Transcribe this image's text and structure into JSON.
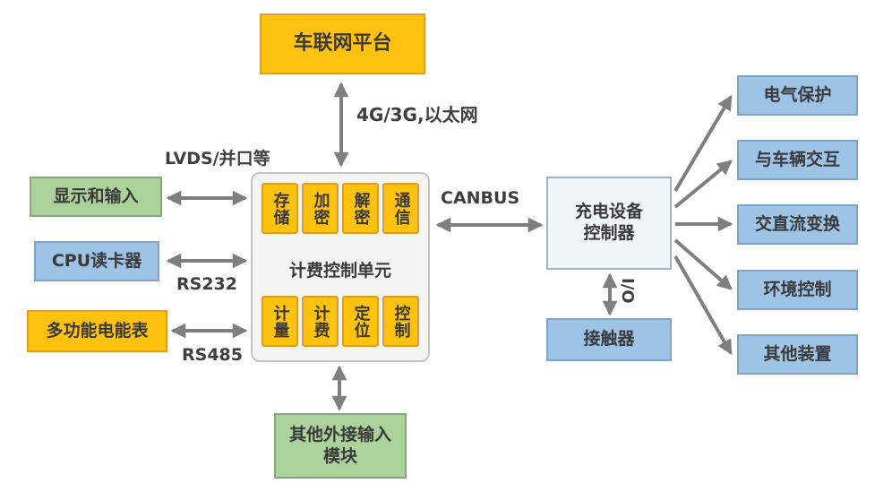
{
  "diagram": {
    "nodes": {
      "platform": {
        "label": "车联网平台"
      },
      "display_input": {
        "label": "显示和输入"
      },
      "cpu_reader": {
        "label": "CPU读卡器"
      },
      "energy_meter": {
        "label": "多功能电能表"
      },
      "central_unit": {
        "label": "计费控制单元"
      },
      "modules_top": [
        "存储",
        "加密",
        "解密",
        "通信"
      ],
      "modules_bottom": [
        "计量",
        "计费",
        "定位",
        "控制"
      ],
      "charge_controller": {
        "line1": "充电设备",
        "line2": "控制器"
      },
      "contactor": {
        "label": "接触器"
      },
      "external_input": {
        "line1": "其他外接输入",
        "line2": "模块"
      },
      "right_devices": [
        "电气保护",
        "与车辆交互",
        "交直流变换",
        "环境控制",
        "其他装置"
      ]
    },
    "edges": {
      "platform_link_label": "4G/3G,以太网",
      "display_link_label": "LVDS/并口等",
      "cpu_link_label": "RS232",
      "meter_link_label": "RS485",
      "canbus_label": "CANBUS",
      "io_label": "I/O"
    },
    "colors": {
      "yellow": "#FFC20E",
      "green": "#ACD29B",
      "blue": "#9DC3E6",
      "panel": "#F4F4F0",
      "arrow": "#7F7F7F"
    }
  }
}
